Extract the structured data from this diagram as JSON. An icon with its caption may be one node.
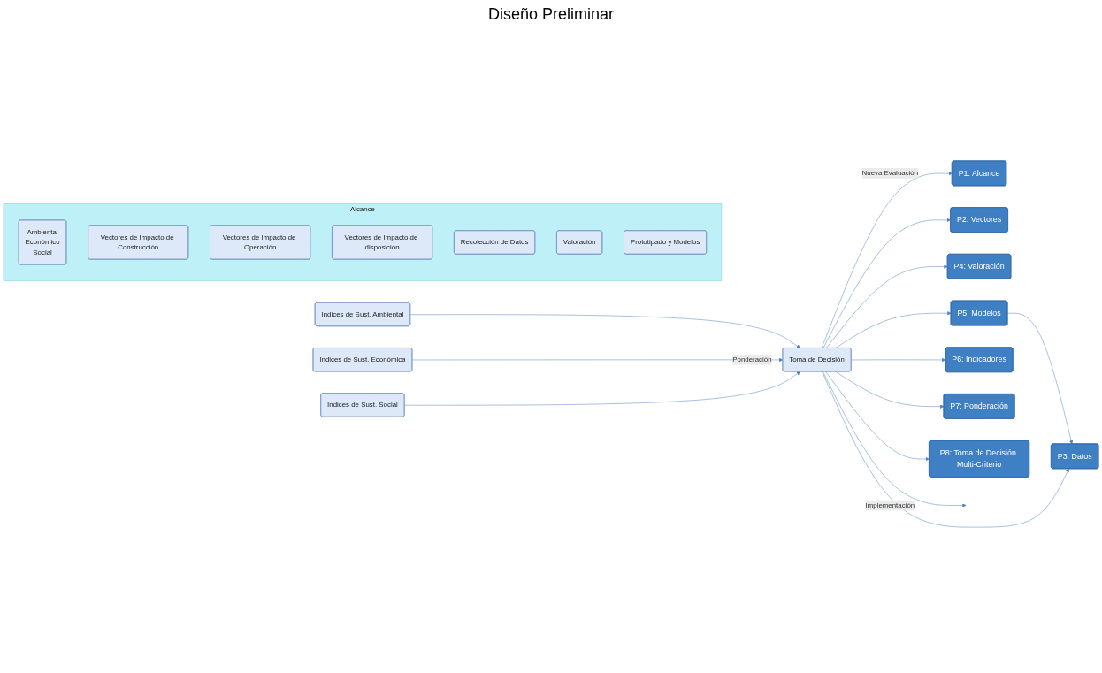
{
  "diagram": {
    "title": "Diseño Preliminar",
    "nodes": [
      {
        "text": [
          "P1: Alcance"
        ]
      },
      {
        "text": [
          "P2: Vectores"
        ]
      },
      {
        "text": [
          "P3: Datos"
        ]
      },
      {
        "text": [
          "P4: Valoración"
        ]
      },
      {
        "text": [
          "P5: Modelos"
        ]
      },
      {
        "text": [
          "P6: Indicadores"
        ]
      },
      {
        "text": [
          "P7: Ponderación"
        ]
      },
      {
        "text": [
          "P8: Toma de Decisión Multi-Criterio"
        ]
      },
      {
        "text": [
          "Alcance"
        ]
      },
      {
        "text": [
          "Ambiental",
          "Económico",
          "Social"
        ],
        "in": 8
      },
      {
        "text": [
          "Vectores de Impacto de Construcción"
        ],
        "in": 8
      },
      {
        "text": [
          "Vectores de Impacto de Operación"
        ],
        "in": 8
      },
      {
        "text": [
          "Vectores de Impacto de disposición"
        ],
        "in": 8
      },
      {
        "text": [
          "Recolección de Datos"
        ],
        "in": 8
      },
      {
        "text": [
          "Valoración"
        ],
        "in": 8
      },
      {
        "text": [
          "Prototipado y Modelos"
        ],
        "in": 8
      },
      {
        "text": [
          "Indices de Sust. Ambiental"
        ]
      },
      {
        "text": [
          "Indices de Sust. Económica"
        ]
      },
      {
        "text": [
          "Indices de Sust. Social"
        ]
      },
      {
        "text": [
          "Toma de Decisión"
        ]
      }
    ],
    "edges": [
      {
        "from": 4,
        "to": 2,
        "arrow": "to"
      },
      {
        "from": 16,
        "to": 19,
        "arrow": "to"
      },
      {
        "from": 17,
        "to": 19,
        "label": "Ponderación",
        "arrow": "to"
      },
      {
        "from": 18,
        "to": 19,
        "arrow": "to"
      },
      {
        "from": 19,
        "to": 0,
        "label": "Nueva Evaluación",
        "arrow": "to"
      },
      {
        "from": 19,
        "to": 1,
        "arrow": "to"
      },
      {
        "from": 19,
        "to": 2,
        "arrow": "to"
      },
      {
        "from": 19,
        "to": 3,
        "arrow": "to"
      },
      {
        "from": 19,
        "to": 4,
        "arrow": "to"
      },
      {
        "from": 19,
        "to": 5,
        "arrow": "to"
      },
      {
        "from": 19,
        "to": 6,
        "arrow": "to"
      },
      {
        "from": 19,
        "to": 7,
        "arrow": "to"
      },
      {
        "from": 19,
        "to": null,
        "label": "Implementación",
        "arrow": "to"
      }
    ]
  }
}
